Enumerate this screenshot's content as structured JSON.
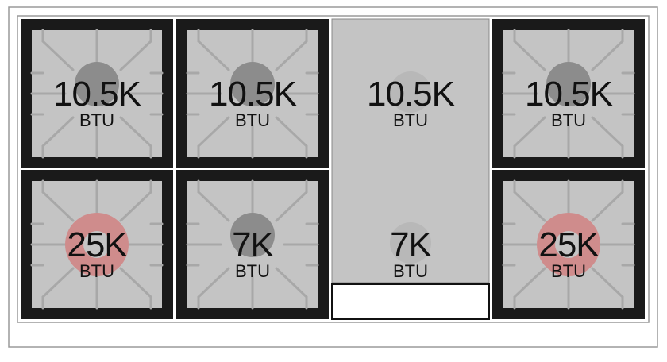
{
  "rangetop": {
    "unit_label": "BTU",
    "colors": {
      "background": "#ffffff",
      "frame": "#9a9a9a",
      "grate": "#1a1a1a",
      "cooktop": "#c4c4c4",
      "cap_standard": "#8c8c8c",
      "cap_high_output": "#cf8c8c"
    },
    "burners": [
      {
        "id": "rear-left",
        "rating": "10.5K",
        "unit": "BTU",
        "type": "standard"
      },
      {
        "id": "rear-left-center",
        "rating": "10.5K",
        "unit": "BTU",
        "type": "standard"
      },
      {
        "id": "rear-right-center",
        "rating": "10.5K",
        "unit": "BTU",
        "type": "griddle"
      },
      {
        "id": "rear-right",
        "rating": "10.5K",
        "unit": "BTU",
        "type": "standard"
      },
      {
        "id": "front-left",
        "rating": "25K",
        "unit": "BTU",
        "type": "high-output"
      },
      {
        "id": "front-left-center",
        "rating": "7K",
        "unit": "BTU",
        "type": "simmer"
      },
      {
        "id": "front-right-center",
        "rating": "7K",
        "unit": "BTU",
        "type": "griddle"
      },
      {
        "id": "front-right",
        "rating": "25K",
        "unit": "BTU",
        "type": "high-output"
      }
    ]
  }
}
